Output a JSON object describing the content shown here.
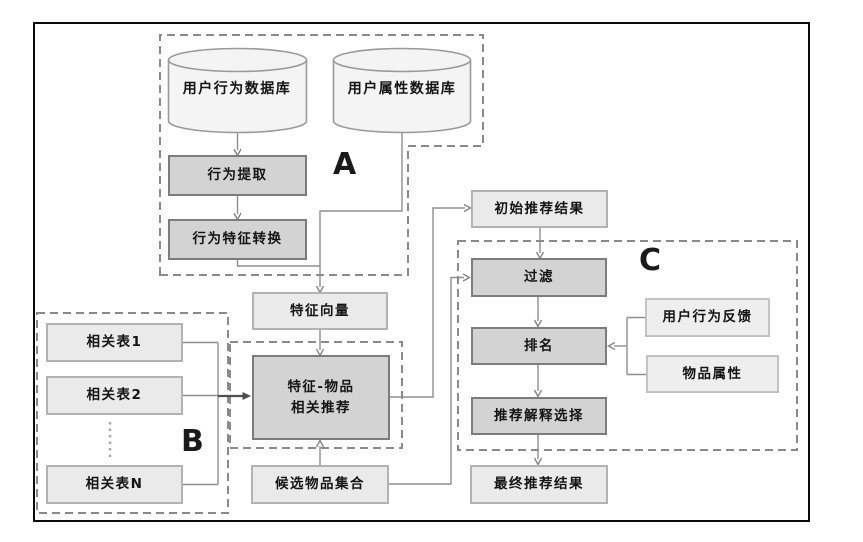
{
  "groups": {
    "a": {
      "label": "A"
    },
    "b": {
      "label": "B"
    },
    "c": {
      "label": "C"
    }
  },
  "nodes": {
    "user_behavior_db": {
      "label": "用户行为数据库"
    },
    "user_attribute_db": {
      "label": "用户属性数据库"
    },
    "behavior_extraction": {
      "label": "行为提取"
    },
    "behavior_feature_conversion": {
      "label": "行为特征转换"
    },
    "feature_vector": {
      "label": "特征向量"
    },
    "related_table_1": {
      "label": "相关表1"
    },
    "related_table_2": {
      "label": "相关表2"
    },
    "related_table_n": {
      "label": "相关表N"
    },
    "feature_item_recommend": {
      "label_line1": "特征-物品",
      "label_line2": "相关推荐"
    },
    "candidate_item_set": {
      "label": "候选物品集合"
    },
    "initial_recommend_results": {
      "label": "初始推荐结果"
    },
    "filter": {
      "label": "过滤"
    },
    "ranking": {
      "label": "排名"
    },
    "recommend_explanation_selection": {
      "label": "推荐解释选择"
    },
    "final_recommend_results": {
      "label": "最终推荐结果"
    },
    "user_behavior_feedback": {
      "label": "用户行为反馈"
    },
    "item_attributes": {
      "label": "物品属性"
    }
  },
  "colors": {
    "process_fill": "#d3d3d3",
    "process_border": "#7c7c7c",
    "data_fill": "#eaeaea",
    "data_border": "#b2b2b2",
    "cylinder_fill": "#f4f4f4",
    "group_dash": "#8a8a8a",
    "connector": "#8f8f8f",
    "frame": "#0a0a0a"
  }
}
